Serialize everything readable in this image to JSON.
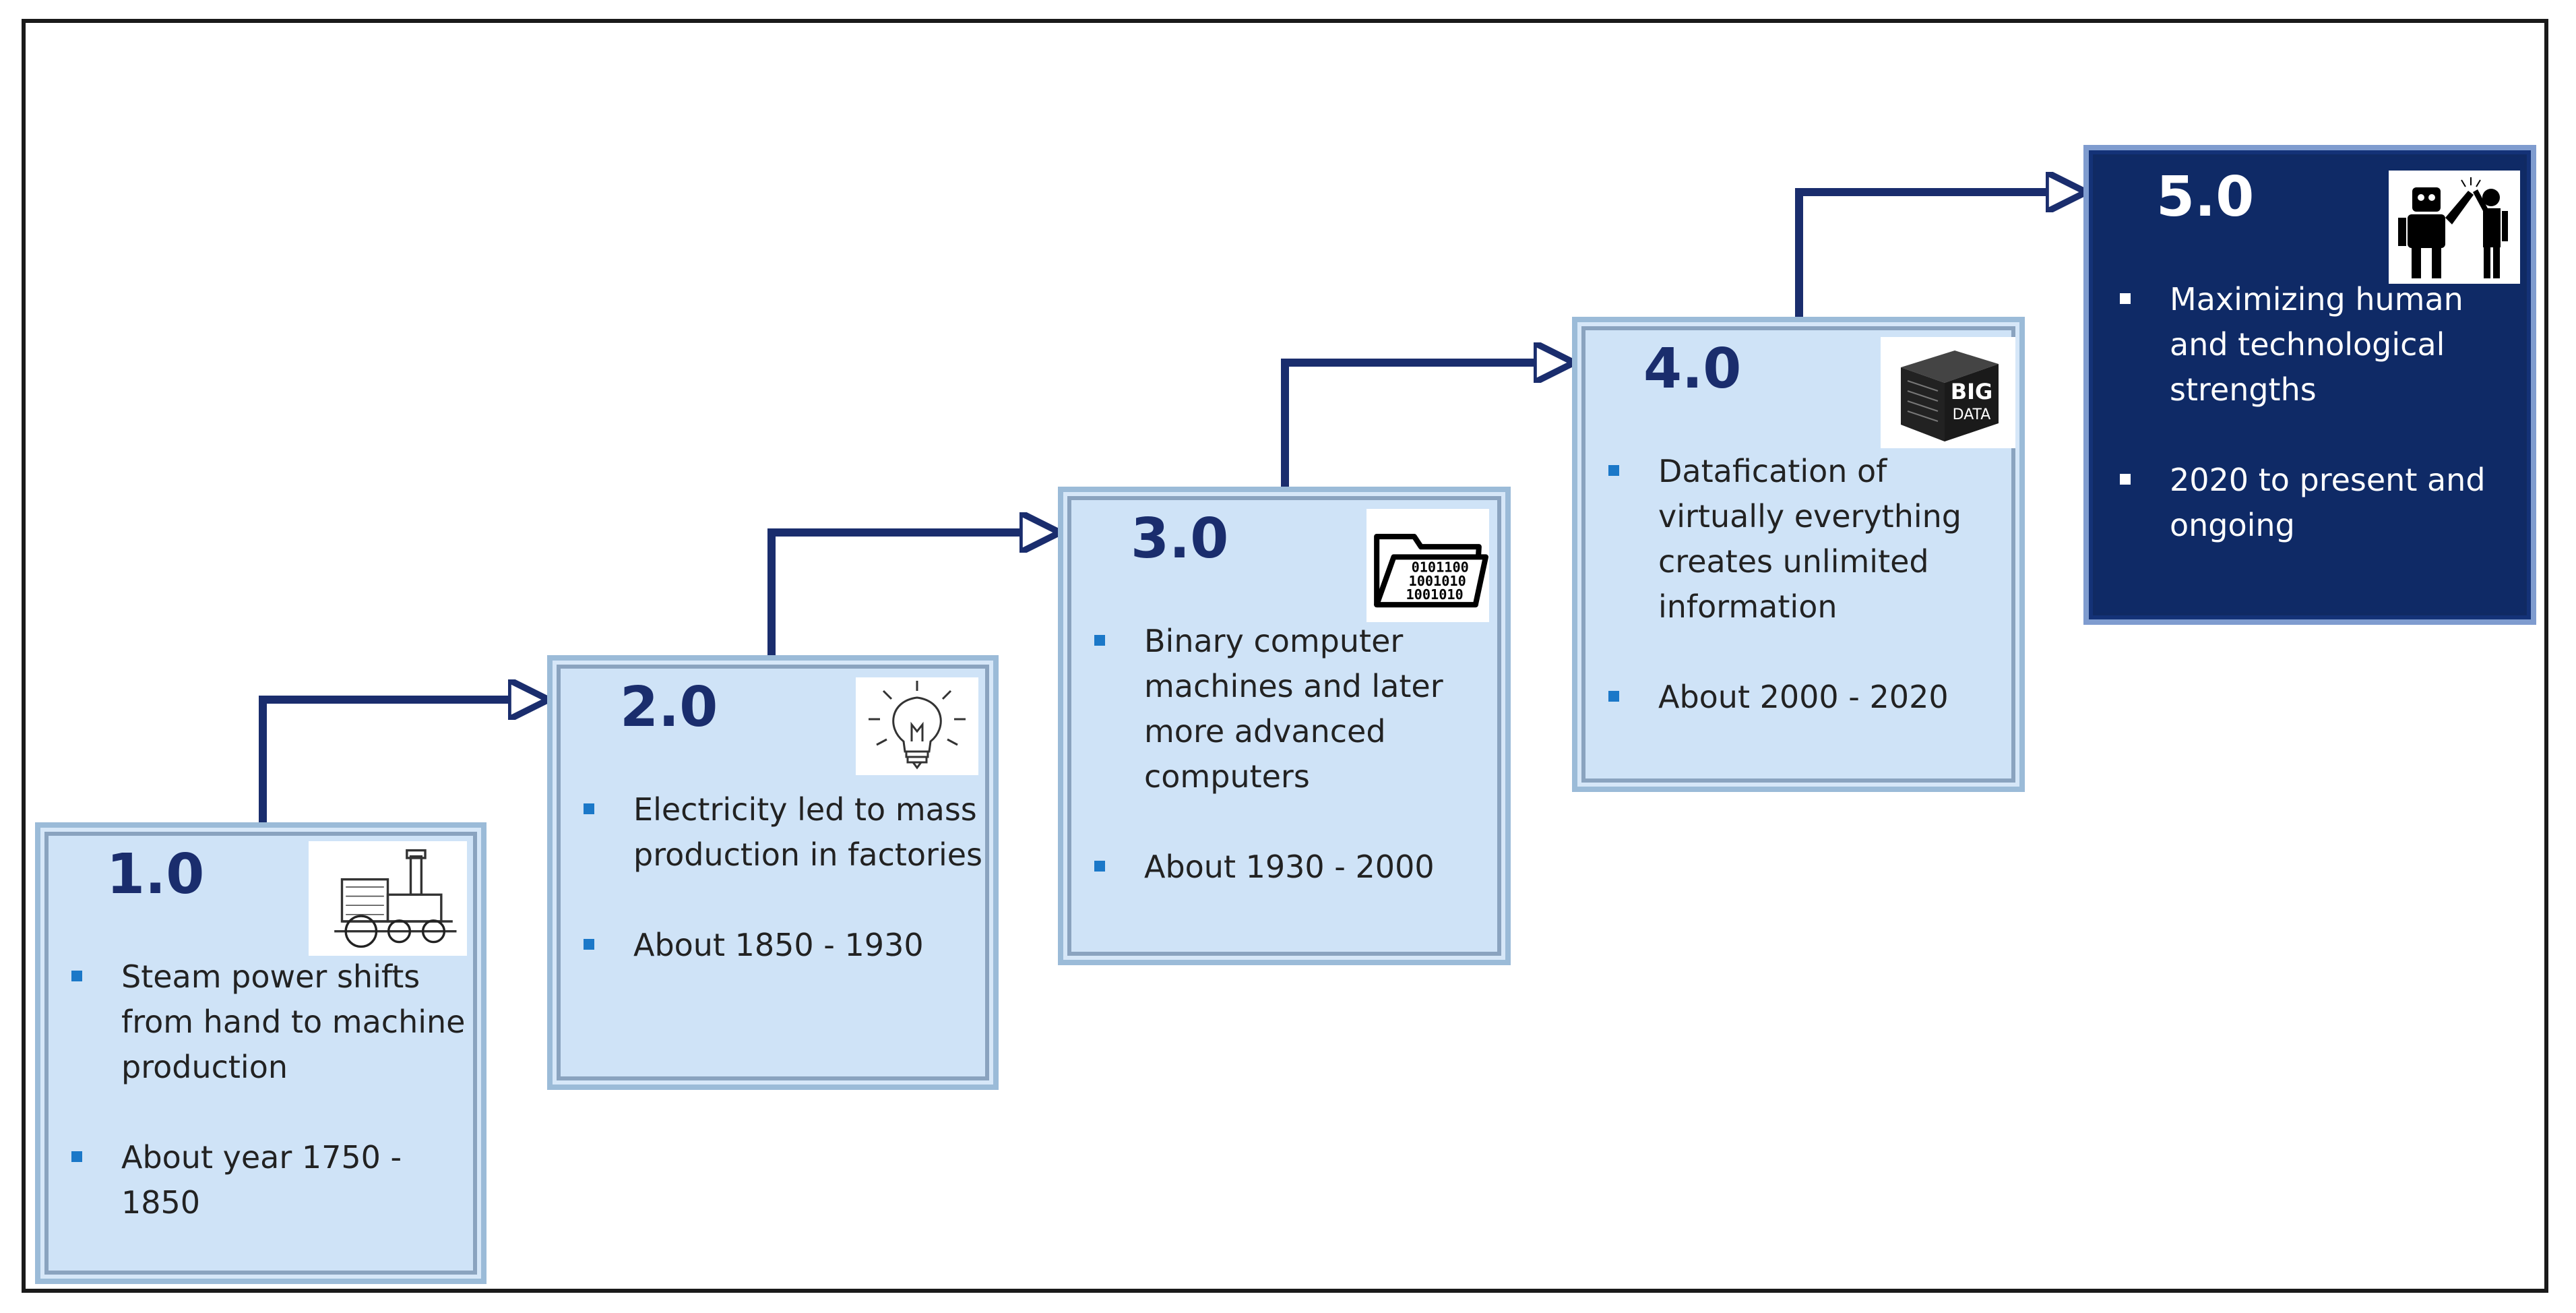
{
  "stages": [
    {
      "version": "1.0",
      "icon": "steam-locomotive-icon",
      "bullets": [
        "Steam power shifts from hand to machine production",
        "About year 1750 - 1850"
      ]
    },
    {
      "version": "2.0",
      "icon": "light-bulb-icon",
      "bullets": [
        "Electricity led to mass production in factories",
        "About 1850 - 1930"
      ]
    },
    {
      "version": "3.0",
      "icon": "binary-folder-icon",
      "icon_text": [
        "0101100",
        "1001010",
        "1001010"
      ],
      "bullets": [
        "Binary computer machines and later more advanced computers",
        "About 1930 - 2000"
      ]
    },
    {
      "version": "4.0",
      "icon": "big-data-cube-icon",
      "icon_text": [
        "BIG",
        "DATA"
      ],
      "bullets": [
        "Datafication of virtually everything creates unlimited information",
        "About 2000 - 2020"
      ]
    },
    {
      "version": "5.0",
      "icon": "robot-human-high-five-icon",
      "bullets": [
        "Maximizing human and technological strengths",
        "2020 to present and ongoing"
      ]
    }
  ],
  "colors": {
    "card_light": "#cfe3f7",
    "card_dark": "#0f2a66",
    "version_text": "#1a2d6d",
    "bullet_marker": "#1b78c8",
    "arrow": "#1a2d6d"
  }
}
